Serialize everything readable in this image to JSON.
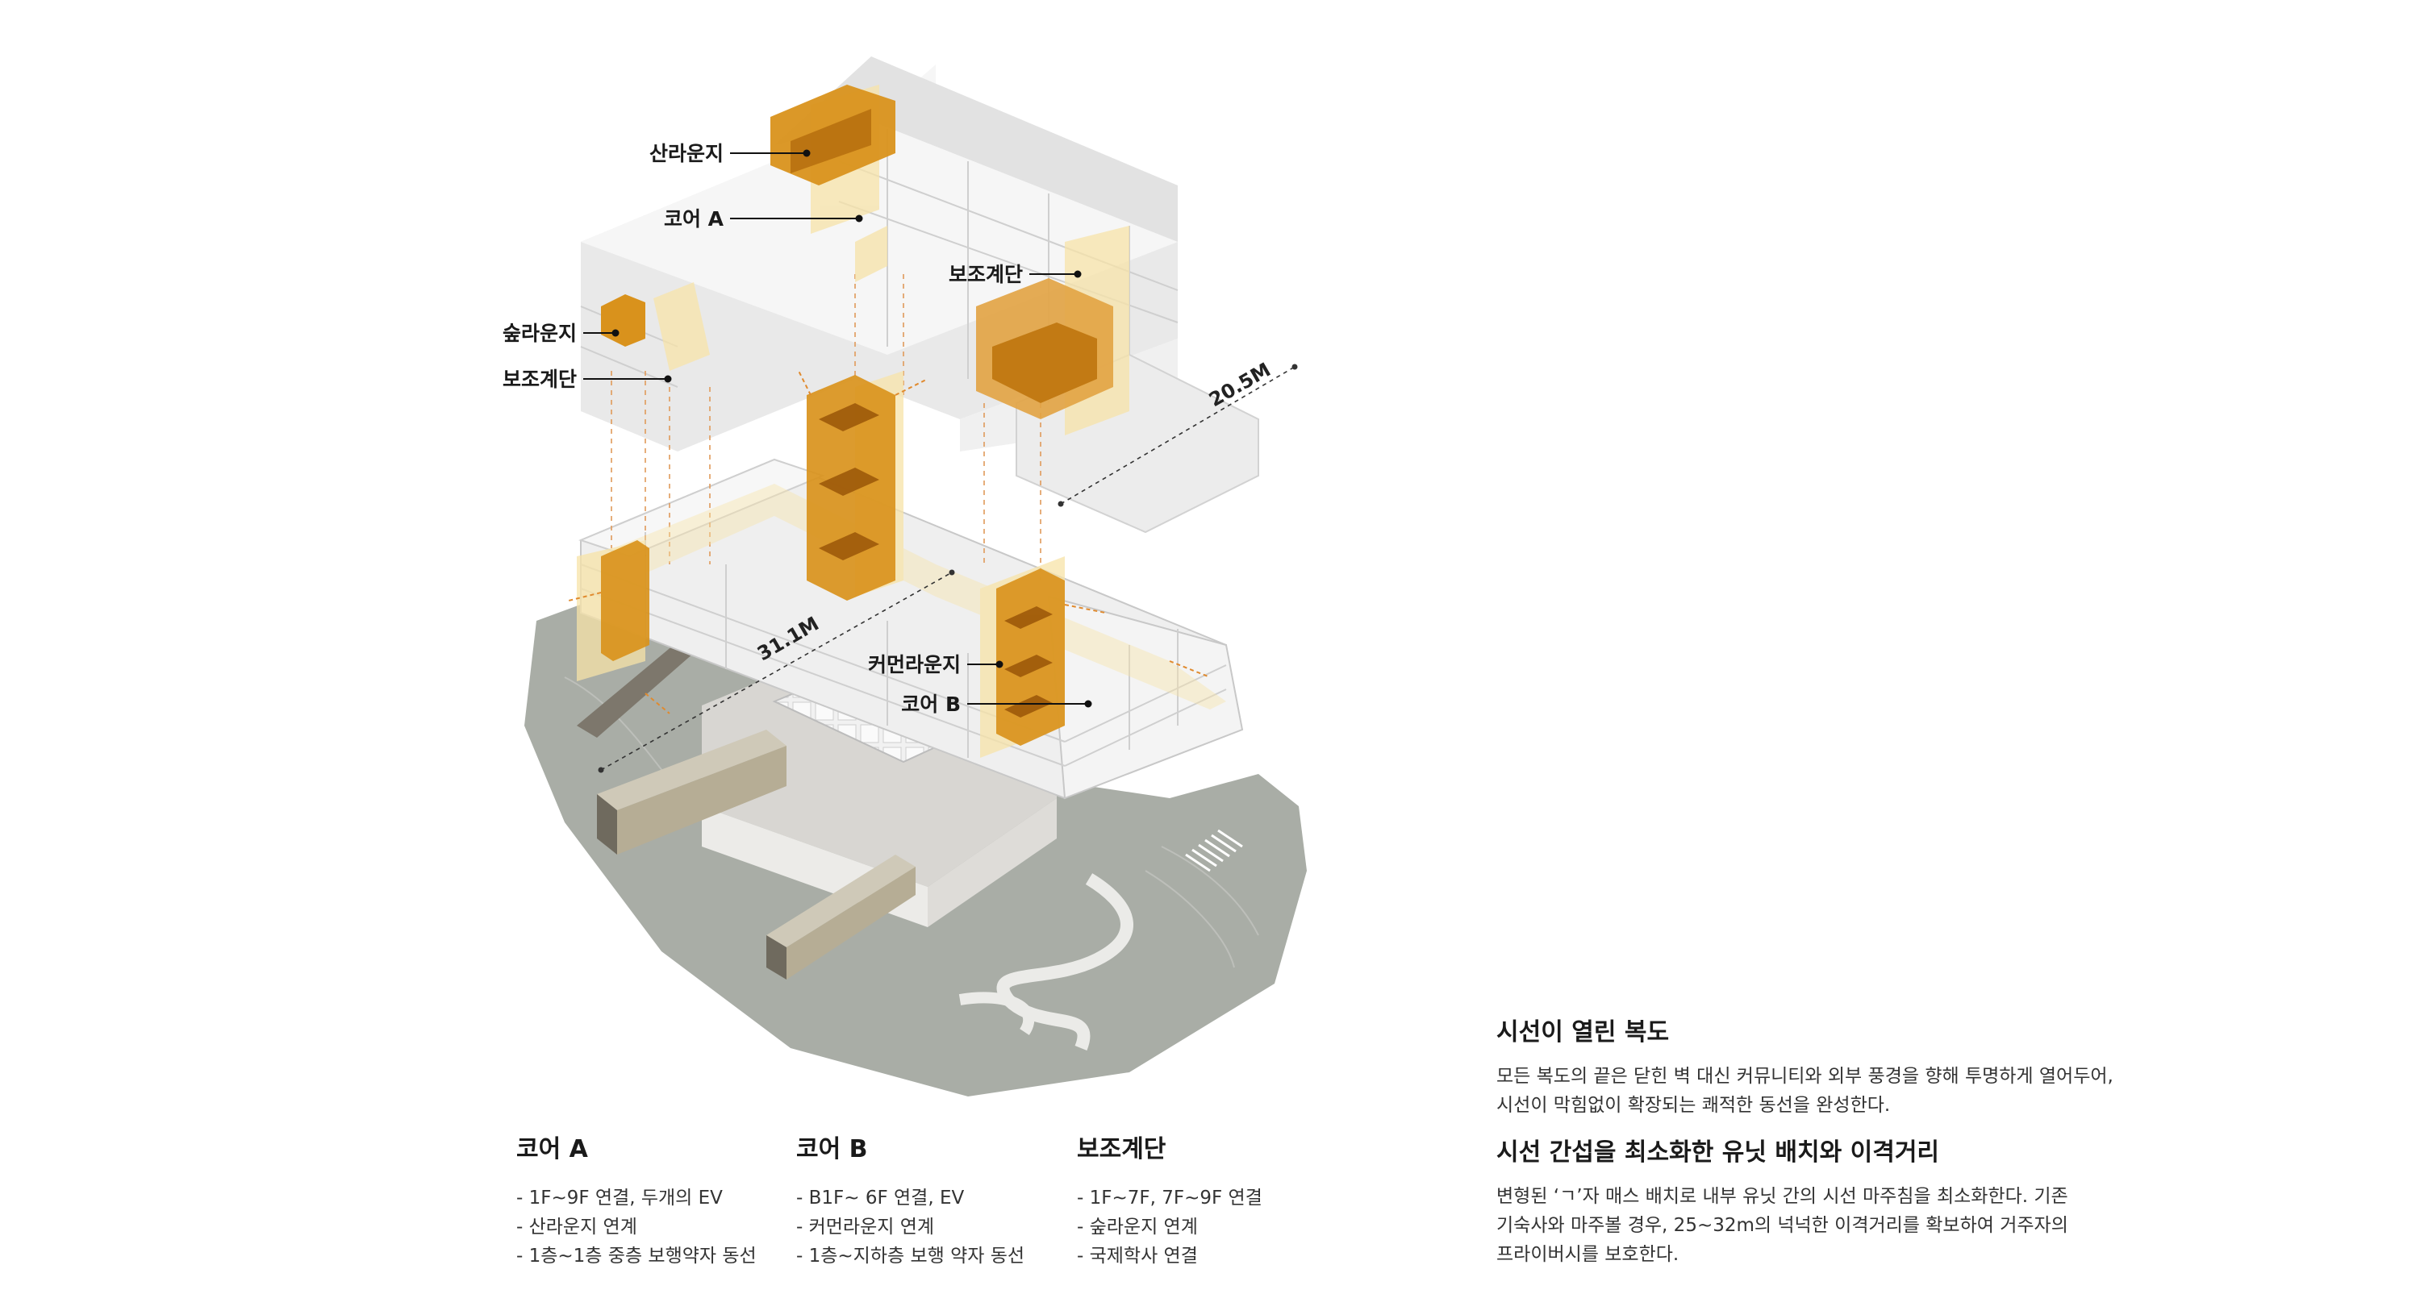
{
  "diagram": {
    "labels": {
      "sky_lounge": "산라운지",
      "core_a": "코어 A",
      "aux_stair_top": "보조계단",
      "forest_lounge": "숲라운지",
      "aux_stair_left": "보조계단",
      "common_lounge": "커먼라운지",
      "core_b": "코어 B"
    },
    "dimensions": {
      "upper_distance": "20.5M",
      "lower_distance": "31.1M"
    },
    "colors": {
      "core_orange": "#d9921c",
      "highlight_yellow": "#f7e3a8",
      "building_gray": "#e6e6e6",
      "terrain_gray": "#a9ada6"
    }
  },
  "legend": {
    "core_a": {
      "title": "코어 A",
      "items": [
        "- 1F~9F 연결, 두개의 EV",
        "- 산라운지 연계",
        "- 1층~1층 중층 보행약자 동선"
      ]
    },
    "core_b": {
      "title": "코어 B",
      "items": [
        "- B1F~ 6F 연결, EV",
        "- 커먼라운지 연계",
        "- 1층~지하층 보행 약자 동선"
      ]
    },
    "aux_stair": {
      "title": "보조계단",
      "items": [
        "- 1F~7F, 7F~9F 연결",
        "- 숲라운지 연계",
        "- 국제학사 연결"
      ]
    }
  },
  "sections": [
    {
      "title": "시선이 열린 복도",
      "lines": [
        "모든 복도의 끝은 닫힌 벽 대신 커뮤니티와 외부 풍경을 향해 투명하게 열어두어,",
        "시선이 막힘없이 확장되는 쾌적한 동선을 완성한다."
      ]
    },
    {
      "title": "시선 간섭을 최소화한 유닛 배치와 이격거리",
      "lines": [
        "변형된 ‘ㄱ’자 매스 배치로 내부 유닛 간의 시선 마주침을 최소화한다. 기존",
        "기숙사와 마주볼 경우, 25~32m의 넉넉한 이격거리를 확보하여 거주자의",
        "프라이버시를 보호한다."
      ]
    }
  ]
}
